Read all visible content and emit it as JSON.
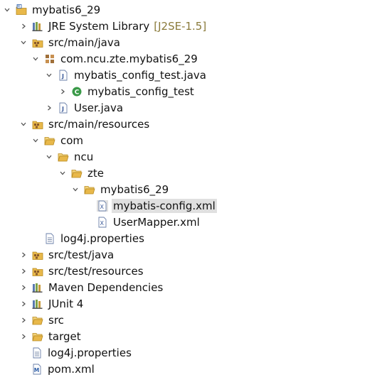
{
  "tree": {
    "project": "mybatis6_29",
    "jre": {
      "label": "JRE System Library",
      "decoration": "[J2SE-1.5]"
    },
    "src_main_java": "src/main/java",
    "pkg": "com.ncu.zte.mybatis6_29",
    "test_file": "mybatis_config_test.java",
    "test_class": "mybatis_config_test",
    "user_file": "User.java",
    "src_main_resources": "src/main/resources",
    "folder_com": "com",
    "folder_ncu": "ncu",
    "folder_zte": "zte",
    "folder_mybatis": "mybatis6_29",
    "config_xml": "mybatis-config.xml",
    "mapper_xml": "UserMapper.xml",
    "log4j_res": "log4j.properties",
    "src_test_java": "src/test/java",
    "src_test_resources": "src/test/resources",
    "maven": "Maven Dependencies",
    "junit": "JUnit 4",
    "src": "src",
    "target": "target",
    "log4j_root": "log4j.properties",
    "pom": "pom.xml"
  },
  "colors": {
    "selection": "#e0e0e0",
    "folder": "#e8b84a",
    "decoration": "#8a7a3a"
  }
}
